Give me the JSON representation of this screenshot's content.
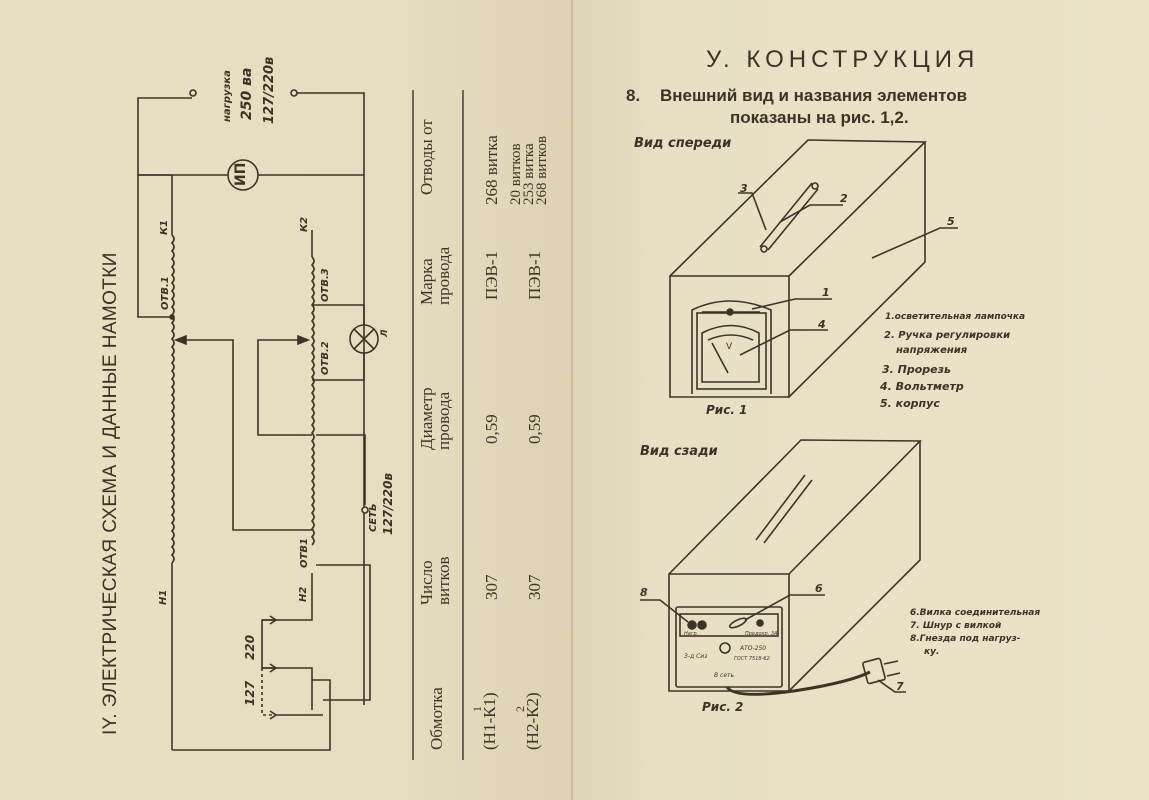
{
  "left_page": {
    "section_title": "IY. ЭЛЕКТРИЧЕСКАЯ СХЕМА И ДАННЫЕ НАМОТКИ",
    "schematic": {
      "load_label": "нагрузка",
      "load_power": "250 ва",
      "load_voltage": "127/220в",
      "meter_label": "ИП",
      "lamp_label": "Л",
      "coil1_end": "К1",
      "coil1_start": "Н1",
      "coil2_end": "К2",
      "coil2_start": "Н2",
      "tap1": "ОТВ.1",
      "tap2": "ОТВ.2",
      "tap3": "ОТВ.3",
      "tap_b1": "ОТВ1",
      "mains_label": "СЕТЬ",
      "mains_voltage": "127/220в",
      "switch_127": "127",
      "switch_220": "220"
    },
    "table": {
      "headers": [
        "Обмотка",
        "Число витков",
        "Диаметр провода",
        "Марка провода",
        "Отводы от"
      ],
      "rows": [
        {
          "winding_top": "1",
          "winding": "(Н1-К1)",
          "turns": "307",
          "diameter": "0,59",
          "wire": "ПЭВ-1",
          "taps": [
            "268 витка"
          ]
        },
        {
          "winding_top": "2",
          "winding": "(Н2-К2)",
          "turns": "307",
          "diameter": "0,59",
          "wire": "ПЭВ-1",
          "taps": [
            "20 витков",
            "253 витка",
            "268 витков"
          ]
        }
      ]
    }
  },
  "right_page": {
    "section_title": "У. КОНСТРУКЦИЯ",
    "paragraph_number": "8.",
    "paragraph_line1": "Внешний вид и названия элементов",
    "paragraph_line2": "показаны на рис. 1,2.",
    "fig1": {
      "view_label": "Вид спереди",
      "caption": "Рис. 1",
      "meter_symbol": "V",
      "callouts": [
        "1",
        "2",
        "3",
        "4",
        "5"
      ],
      "legend": [
        "1.осветительная лампочка",
        "2. Ручка регулировки",
        "напряжения",
        "3. Прорезь",
        "4. Вольтметр",
        "5. корпус"
      ]
    },
    "fig2": {
      "view_label": "Вид сзади",
      "caption": "Рис. 2",
      "callouts": [
        "6",
        "7",
        "8"
      ],
      "panel_text": {
        "sockets": "Нагр.",
        "fuse": "Предохр. 3А",
        "factory": "З-д Сиз",
        "model": "АТО-250",
        "gost": "ГОСТ 7518-62",
        "mains": "В сеть"
      },
      "legend": [
        "6.Вилка соединительная",
        "7. Шнур с вилкой",
        "8.Гнезда под нагруз-",
        "ку."
      ]
    }
  }
}
